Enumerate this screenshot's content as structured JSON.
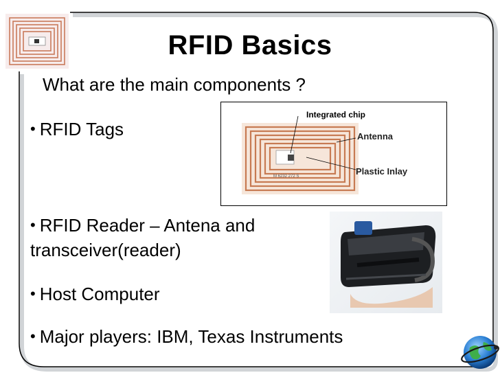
{
  "slide": {
    "title": "RFID Basics",
    "subtitle": "What are the main components ?",
    "bullets": [
      "RFID Tags",
      "RFID Reader – Antena and",
      "transceiver(reader)",
      "Host Computer",
      "Major players: IBM, Texas Instruments"
    ],
    "bullet_glyph": "•",
    "tag_diagram": {
      "labels": {
        "chip": "Integrated chip",
        "antenna": "Antenna",
        "inlay": "Plastic Inlay",
        "serial": "M 6232 272 S"
      }
    }
  },
  "colors": {
    "frame": "#000000",
    "coil": "#c77a52",
    "inlay": "#efd9c8",
    "text": "#000000"
  },
  "icons": {
    "corner_thumb": "rfid-tag-thumbnail",
    "reader": "handheld-reader-photo",
    "globe": "globe-logo-icon"
  }
}
